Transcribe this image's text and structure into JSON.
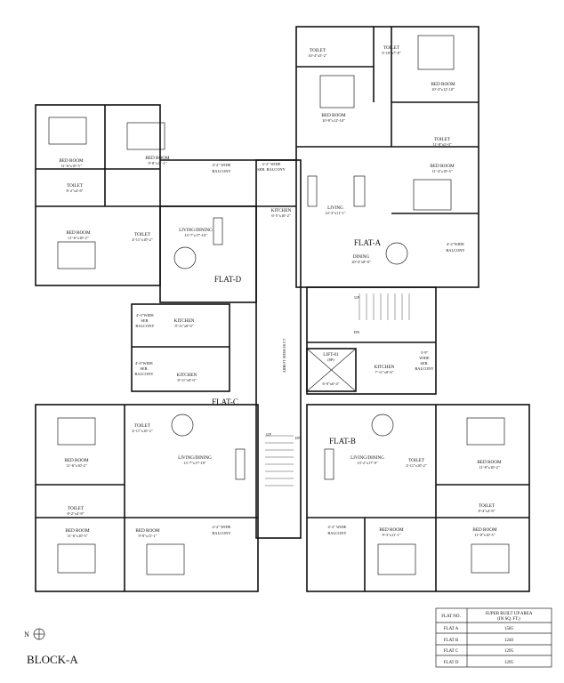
{
  "block_title": "BLOCK-A",
  "north_label": "N",
  "lobby_label": "2.5 M WIDE LOBBY",
  "flats": {
    "a": {
      "label": "FLAT-A"
    },
    "b": {
      "label": "FLAT-B"
    },
    "c": {
      "label": "FLAT-C"
    },
    "d": {
      "label": "FLAT-D"
    }
  },
  "rooms": {
    "a_toilet1": {
      "name": "TOILET",
      "dim": "10'-4\"x5'-2\""
    },
    "a_toilet2": {
      "name": "TOILET",
      "dim": "6'-10\"x7'-8\""
    },
    "a_bed1": {
      "name": "BED ROOM",
      "dim": "10'-3\"x12'-10\""
    },
    "a_bed2": {
      "name": "BED ROOM",
      "dim": "10'-8\"x12'-10\""
    },
    "a_toilet3": {
      "name": "TOILET",
      "dim": "11'-8\"x5'-0\""
    },
    "a_bed3": {
      "name": "BED ROOM",
      "dim": "11'-4\"x10'-5\""
    },
    "a_living": {
      "name": "LIVING",
      "dim": "14'-3\"x11'-1\""
    },
    "a_kitchen": {
      "name": "KITCHEN",
      "dim": "6'-5\"x10'-2\""
    },
    "a_dining": {
      "name": "DINING",
      "dim": "20'-4\"x8'-8\""
    },
    "a_balc1_t": "4'-2\" WIDE",
    "a_balc1_b": "SER. BALCONY",
    "a_balc2_t": "4'-2\"WIDE",
    "a_balc2_b": "BALCONY",
    "d_bed1": {
      "name": "BED ROOM",
      "dim": "11'-6\"x10'-5\""
    },
    "d_bed2": {
      "name": "BED ROOM",
      "dim": "9'-8\"x11'-1\""
    },
    "d_toilet1": {
      "name": "TOILET",
      "dim": "8'-2\"x4'-8\""
    },
    "d_bed3": {
      "name": "BED ROOM",
      "dim": "11'-6\"x10'-2\""
    },
    "d_toilet2": {
      "name": "TOILET",
      "dim": "4'-11\"x10'-2\""
    },
    "d_living": {
      "name": "LIVING/DINING",
      "dim": "13'-7\"x17'-10\""
    },
    "d_balc_t": "4'-2\" WIDE",
    "d_balc_b": "BALCONY",
    "d_kitchen": {
      "name": "KITCHEN",
      "dim": "8'-11\"x8'-0\""
    },
    "d_ser_t": "4'-0\"WIDE",
    "d_ser_m": "SER.",
    "d_ser_b": "BALCONY",
    "c_kitchen": {
      "name": "KITCHEN",
      "dim": "8'-11\"x8'-0\""
    },
    "c_ser_t": "4'-0\"WIDE",
    "c_ser_m": "SER.",
    "c_ser_b": "BALCONY",
    "c_toilet1": {
      "name": "TOILET",
      "dim": "4'-11\"x10'-2\""
    },
    "c_bed1": {
      "name": "BED ROOM",
      "dim": "11'-6\"x10'-2\""
    },
    "c_living": {
      "name": "LIVING/DINING",
      "dim": "13'-7\"x17'-10\""
    },
    "c_toilet2": {
      "name": "TOILET",
      "dim": "8'-2\"x4'-8\""
    },
    "c_bed2": {
      "name": "BED ROOM",
      "dim": "11'-6\"x10'-5\""
    },
    "c_bed3": {
      "name": "BED ROOM",
      "dim": "9'-8\"x11'-1\""
    },
    "c_balc_t": "4'-2\" WIDE",
    "c_balc_b": "BALCONY",
    "lift": {
      "name": "LIFT-01",
      "sub": "(8P)",
      "dim": "6'-0\"x6'-4\""
    },
    "b_kitchen": {
      "name": "KITCHEN",
      "dim": "7'-11\"x8'-6\""
    },
    "b_ser_t": "3'-9\"",
    "b_ser_m": "WIDE",
    "b_ser_b": "SER.",
    "b_ser_c": "BALCONY",
    "b_living": {
      "name": "LIVING/DINING",
      "dim": "13'-2\"x17'-9\""
    },
    "b_toilet1": {
      "name": "TOILET",
      "dim": "4'-11\"x10'-2\""
    },
    "b_bed1": {
      "name": "BED ROOM",
      "dim": "11'-8\"x10'-2\""
    },
    "b_toilet2": {
      "name": "TOILET",
      "dim": "8'-4\"x4'-8\""
    },
    "b_bed2": {
      "name": "BED ROOM",
      "dim": "9'-3\"x11'-1\""
    },
    "b_bed3": {
      "name": "BED ROOM",
      "dim": "11'-8\"x10'-5\""
    },
    "b_balc_t": "4'-2\" WIDE",
    "b_balc_b": "BALCONY"
  },
  "stairs": {
    "up1": "UP",
    "dn1": "DN",
    "up2": "UP",
    "dn2": "DN"
  },
  "area_table": {
    "header_flat": "FLAT NO.",
    "header_area_1": "SUPER BUILT UP AREA",
    "header_area_2": "(IN SQ. FT.)",
    "rows": [
      {
        "flat": "FLAT  A",
        "area": "1585"
      },
      {
        "flat": "FLAT  B",
        "area": "1240"
      },
      {
        "flat": "FLAT  C",
        "area": "1295"
      },
      {
        "flat": "FLAT  D",
        "area": "1295"
      }
    ]
  }
}
